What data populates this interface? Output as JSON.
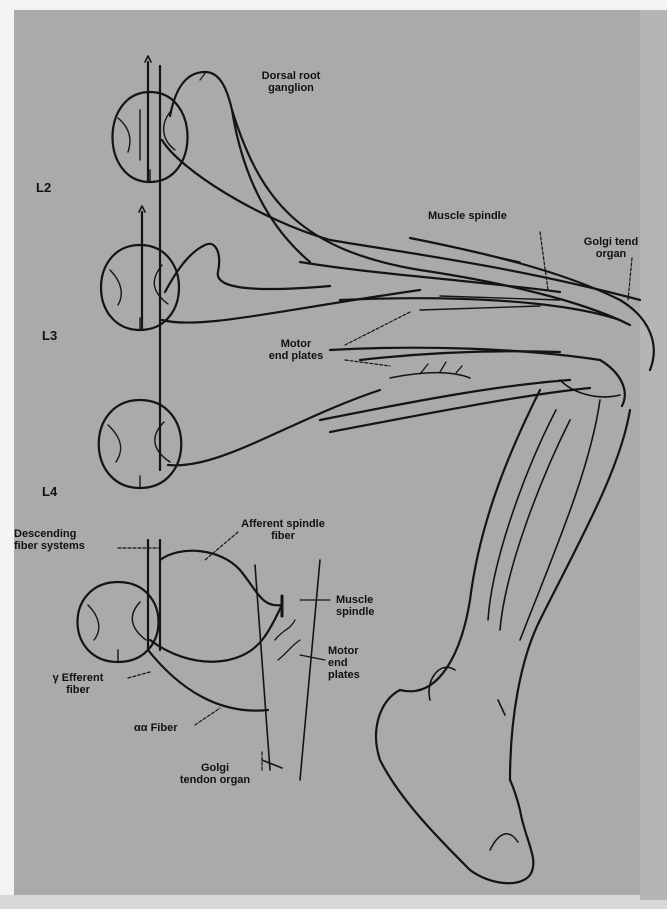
{
  "colors": {
    "paper": "#a9abab",
    "ink": "#141414",
    "bg": "#f3f3f3"
  },
  "segments": [
    "L2",
    "L3",
    "L4"
  ],
  "labels": {
    "dorsal_root_1": "Dorsal root",
    "dorsal_root_2": "ganglion",
    "muscle_spindle": "Muscle spindle",
    "golgi_top_1": "Golgi tend",
    "golgi_top_2": "organ",
    "motor_1": "Motor",
    "motor_2": "end plates",
    "descending_1": "Descending",
    "descending_2": "fiber systems",
    "afferent_1": "Afferent spindle",
    "afferent_2": "fiber",
    "muscle_spindle_small_1": "Muscle",
    "muscle_spindle_small_2": "spindle",
    "motor_small_1": "Motor",
    "motor_small_2": "end",
    "motor_small_3": "plates",
    "efferent_1": "γ Efferent",
    "efferent_2": "fiber",
    "alpha_fiber": "αα Fiber",
    "golgi_bottom_1": "Golgi",
    "golgi_bottom_2": "tendon organ"
  }
}
